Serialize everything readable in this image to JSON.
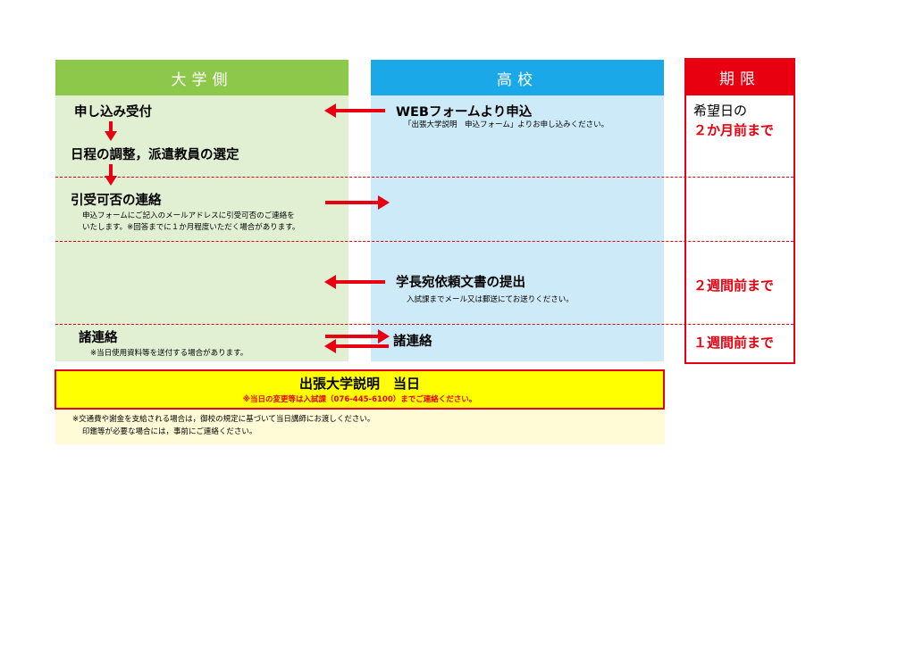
{
  "headers": {
    "university": "大学側",
    "school": "高校",
    "deadline": "期限"
  },
  "univ": {
    "step1": "申し込み受付",
    "step2": "日程の調整，派遣教員の選定",
    "step3": "引受可否の連絡",
    "step3_note1": "申込フォームにご記入のメールアドレスに引受可否のご連絡を",
    "step3_note2": "いたします。※回答までに１か月程度いただく場合があります。",
    "step4": "諸連絡",
    "step4_note": "※当日使用資料等を送付する場合があります。"
  },
  "school": {
    "step1": "WEBフォームより申込",
    "step1_note": "「出張大学説明　申込フォーム」よりお申し込みください。",
    "step2": "学長宛依頼文書の提出",
    "step2_note": "入試課までメール又は郵送にてお送りください。",
    "step3": "諸連絡"
  },
  "deadline": {
    "d1_line1": "希望日の",
    "d1_line2": "２か月前まで",
    "d2": "２週間前まで",
    "d3": "１週間前まで"
  },
  "day": {
    "title": "出張大学説明　当日",
    "subtitle": "※当日の変更等は入試課（076-445-6100）までご連絡ください。"
  },
  "footer": {
    "line1": "※交通費や謝金を支給される場合は，御校の規定に基づいて当日講師にお渡しください。",
    "line2": "印鑑等が必要な場合には，事前にご連絡ください。"
  },
  "colors": {
    "univ_header": "#8dc84a",
    "univ_body": "#e1f0d2",
    "school_header": "#1aa8e8",
    "school_body": "#cdeaf8",
    "accent_red": "#e80010",
    "day_yellow": "#ffff00"
  }
}
